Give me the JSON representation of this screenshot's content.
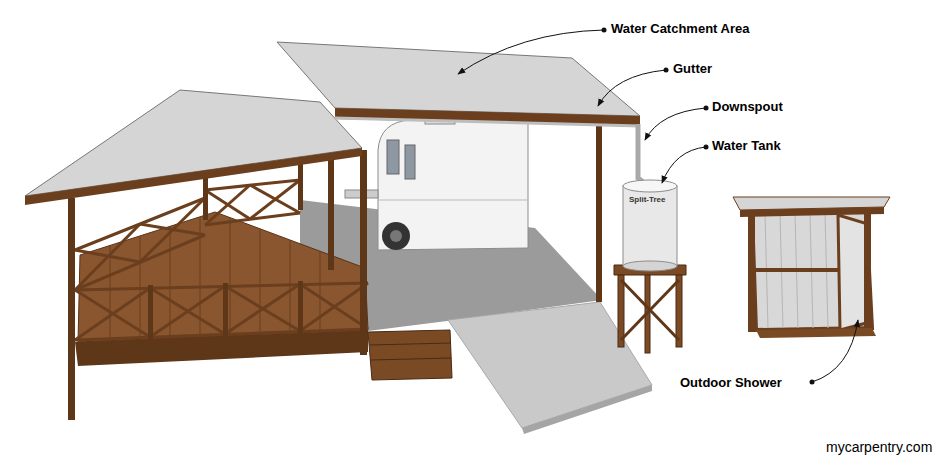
{
  "diagram": {
    "labels": [
      "Water Catchment Area",
      "Gutter",
      "Downspout",
      "Water Tank",
      "Outdoor Shower",
      "Split-Tree",
      "mycarpentry.com"
    ]
  }
}
